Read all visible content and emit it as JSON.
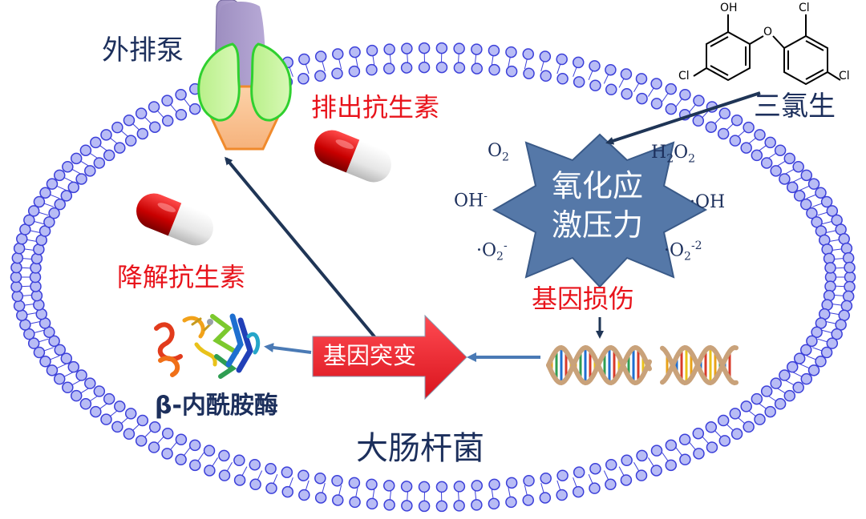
{
  "labels": {
    "efflux_pump": "外排泵",
    "expel_antibiotics": "排出抗生素",
    "degrade_antibiotics": "降解抗生素",
    "beta_lactamase": "β-内酰胺酶",
    "gene_mutation": "基因突变",
    "gene_damage": "基因损伤",
    "triclosan": "三氯生",
    "oxidative_stress_line1": "氧化应",
    "oxidative_stress_line2": "激压力",
    "ecoli": "大肠杆菌"
  },
  "ros": {
    "o2": "O",
    "o2_sub": "2",
    "h2o2_h": "H",
    "h2o2_sub1": "2",
    "h2o2_o": "O",
    "h2o2_sub2": "2",
    "oh_minus": "OH",
    "oh_minus_sup": "-",
    "oh_radical": "·OH",
    "superoxide_dot": "·O",
    "superoxide_sub": "2",
    "superoxide_sup": "-",
    "peroxide_dot": "·O",
    "peroxide_sub": "2",
    "peroxide_sup": "-2"
  },
  "molecule": {
    "oh": "OH",
    "o": "O",
    "cl_top": "Cl",
    "cl_left": "Cl",
    "cl_right": "Cl"
  },
  "colors": {
    "membrane_blue": "#3b3fd9",
    "membrane_fill": "#b8bcf5",
    "red_text": "#e8131b",
    "navy_text": "#1c2f5c",
    "star_fill": "#5578a8",
    "mutation_fill": "#e8202a",
    "arrow_dark": "#1f3556",
    "arrow_light": "#4a7ab5"
  }
}
